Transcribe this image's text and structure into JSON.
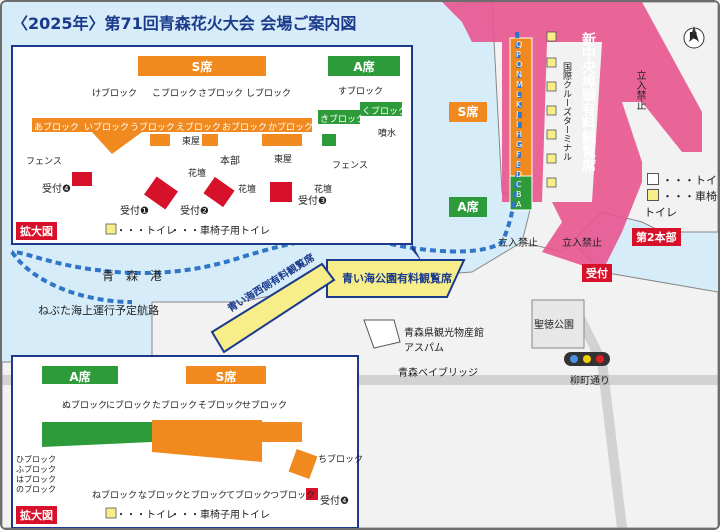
{
  "title": "〈2025年〉第71回青森花火大会 会場ご案内図",
  "zones": {
    "s_seat": "S席",
    "a_seat": "A席"
  },
  "labels": {
    "aomori_port": "青　森　港",
    "nebuta_route": "ねぶた海上運行予定航路",
    "aoi_umi_park_paid": "青い海公園有料観覧席",
    "aoi_umi_west_paid": "青い海西側有料観覧席",
    "shin_chuo_paid": "新中央埠頭有料観覧席",
    "cruise_terminal": "国際クルーズターミナル",
    "aspam": "青森県観光物産館\nアスパム",
    "seitoku_park": "聖徳公園",
    "bay_bridge": "青森ベイブリッジ",
    "yanagimachi": "柳町通り",
    "no_entry_1": "立入禁止",
    "no_entry_2": "立入禁止",
    "no_entry_3": "立入禁止",
    "reception": "受付",
    "hq2": "第2本部",
    "north": "N"
  },
  "legend_main": {
    "toilet": "・・・トイレ",
    "wc": "・・・車椅子用\nトイレ"
  },
  "pier_blocks": [
    "Q",
    "P",
    "O",
    "N",
    "M",
    "L",
    "K",
    "J",
    "I",
    "H",
    "G",
    "F",
    "E",
    "D",
    "C",
    "B",
    "A"
  ],
  "inset_top": {
    "kakudai": "拡大図",
    "legend_toilet": "・・・トイレ",
    "legend_wc": "・・・車椅子用トイレ",
    "s_label": "S席",
    "a_label": "A席",
    "blocks_upper": [
      "けブロック",
      "こブロック",
      "さブロック",
      "しブロック",
      "すブロック"
    ],
    "blocks_lower": [
      "あブロック",
      "いブロック",
      "うブロック",
      "えブロック",
      "おブロック",
      "かブロック",
      "きブロック",
      "くブロック"
    ],
    "higashiya_1": "東屋",
    "higashiya_2": "東屋",
    "kadan_1": "花壇",
    "kadan_2": "花壇",
    "kadan_3": "花壇",
    "honbu": "本部",
    "fence_1": "フェンス",
    "fence_2": "フェンス",
    "fountain": "噴水",
    "uketsuke_1": "受付❶",
    "uketsuke_2": "受付❷",
    "uketsuke_3": "受付❸",
    "uketsuke_4": "受付❹"
  },
  "inset_bottom": {
    "kakudai": "拡大図",
    "legend_toilet": "・・・トイレ",
    "legend_wc": "・・・車椅子用トイレ",
    "a_label": "A席",
    "s_label": "S席",
    "blocks_upper": [
      "ぬブロック",
      "にブロック",
      "たブロック",
      "そブロック",
      "せブロック"
    ],
    "blocks_lower": [
      "ねブロック",
      "なブロック",
      "とブロック",
      "てブロック",
      "つブロック"
    ],
    "blocks_left": [
      "ひブロック",
      "ふブロック",
      "はブロック",
      "のブロック"
    ],
    "chi": "ちブロック",
    "uketsuke_4": "受付❹"
  },
  "colors": {
    "sea": "#d6ecf8",
    "land": "#f2f2f2",
    "pink": "#e8558e",
    "orange": "#f08a1e",
    "green": "#2e9b3a",
    "navy": "#1b3a8c",
    "red": "#d8112a",
    "yellow": "#f7ee8a"
  }
}
